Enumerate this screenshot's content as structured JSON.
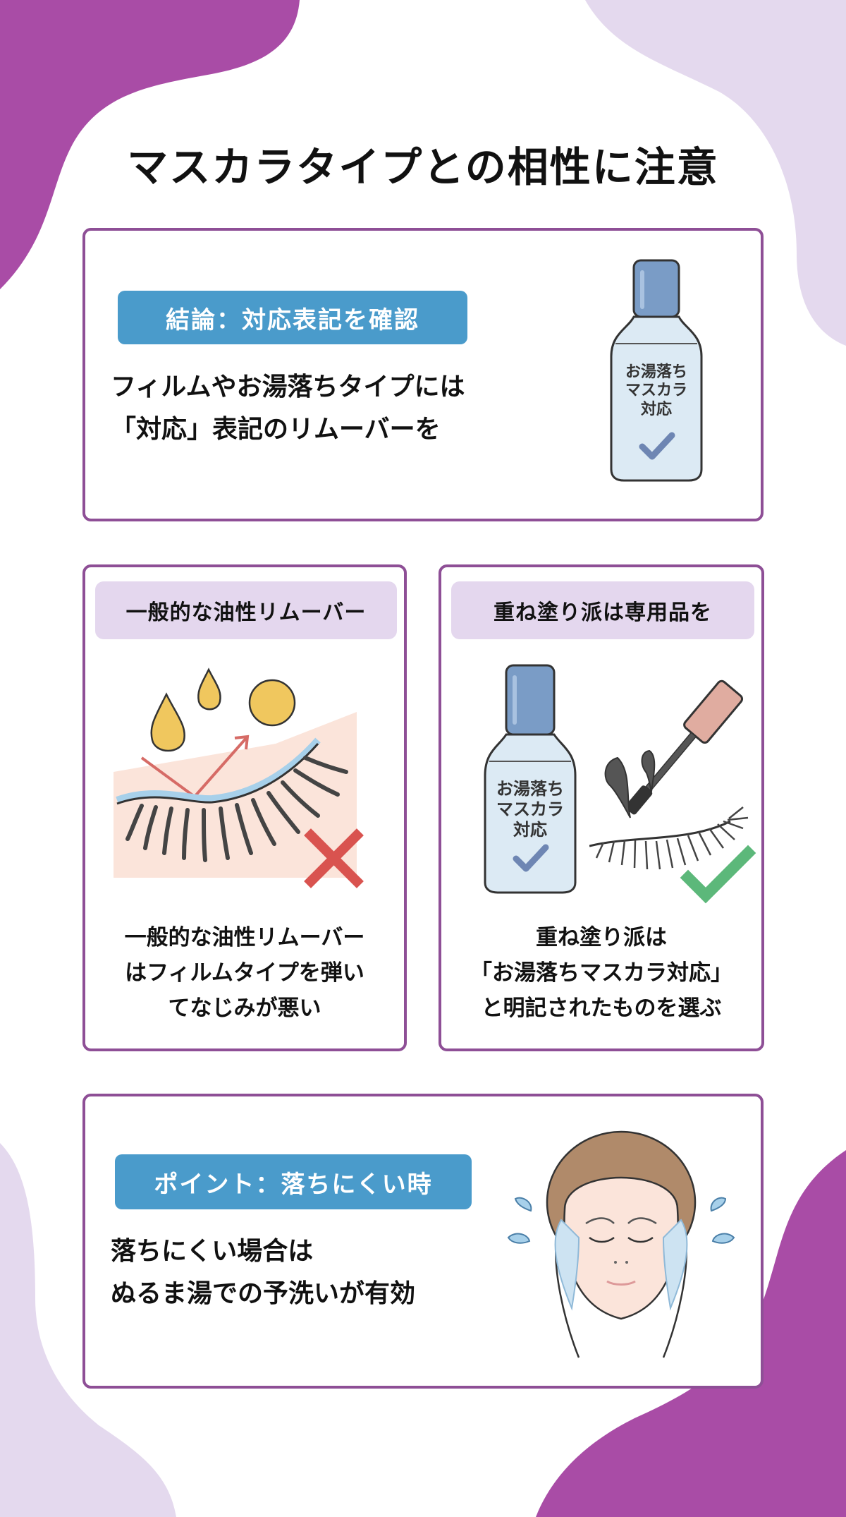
{
  "title": "マスカラタイプとの相性に注意",
  "colors": {
    "purple_dark": "#a94ca6",
    "lavender": "#e4d9ee",
    "card_border": "#8e4f96",
    "pill_blue": "#4a9bcb",
    "pill_lavender": "#e4d7ee",
    "bottle_cap": "#7a9cc6",
    "bottle_body": "#dceaf4",
    "oil_yellow": "#f0c75e",
    "arrow_red": "#d66b66",
    "cross_red": "#d9534f",
    "check_green": "#5cb87a",
    "skin": "#fbe4da"
  },
  "card_conclusion": {
    "pill": "結論：対応表記を確認",
    "lines": [
      "フィルムやお湯落ちタイプには",
      "「対応」表記のリムーバーを"
    ],
    "bottle_label": [
      "お湯落ち",
      "マスカラ",
      "対応"
    ],
    "icons": [
      "remover-bottle-icon",
      "check-icon"
    ]
  },
  "card_oil": {
    "pill": "一般的な油性リムーバー",
    "lines": [
      "一般的な油性リムーバー",
      "はフィルムタイプを弾い",
      "てなじみが悪い"
    ],
    "icons": [
      "oil-drop-icon",
      "repel-arrow-icon",
      "eyelash-icon",
      "cross-icon"
    ]
  },
  "card_layering": {
    "pill": "重ね塗り派は専用品を",
    "lines": [
      "重ね塗り派は",
      "「お湯落ちマスカラ対応」",
      "と明記されたものを選ぶ"
    ],
    "bottle_label": [
      "お湯落ち",
      "マスカラ",
      "対応"
    ],
    "icons": [
      "remover-bottle-icon",
      "mascara-wand-icon",
      "eyelash-icon",
      "check-icon"
    ]
  },
  "card_point": {
    "pill": "ポイント：落ちにくい時",
    "lines": [
      "落ちにくい場合は",
      "ぬるま湯での予洗いが有効"
    ],
    "icons": [
      "face-washing-icon",
      "water-drop-icon"
    ]
  }
}
